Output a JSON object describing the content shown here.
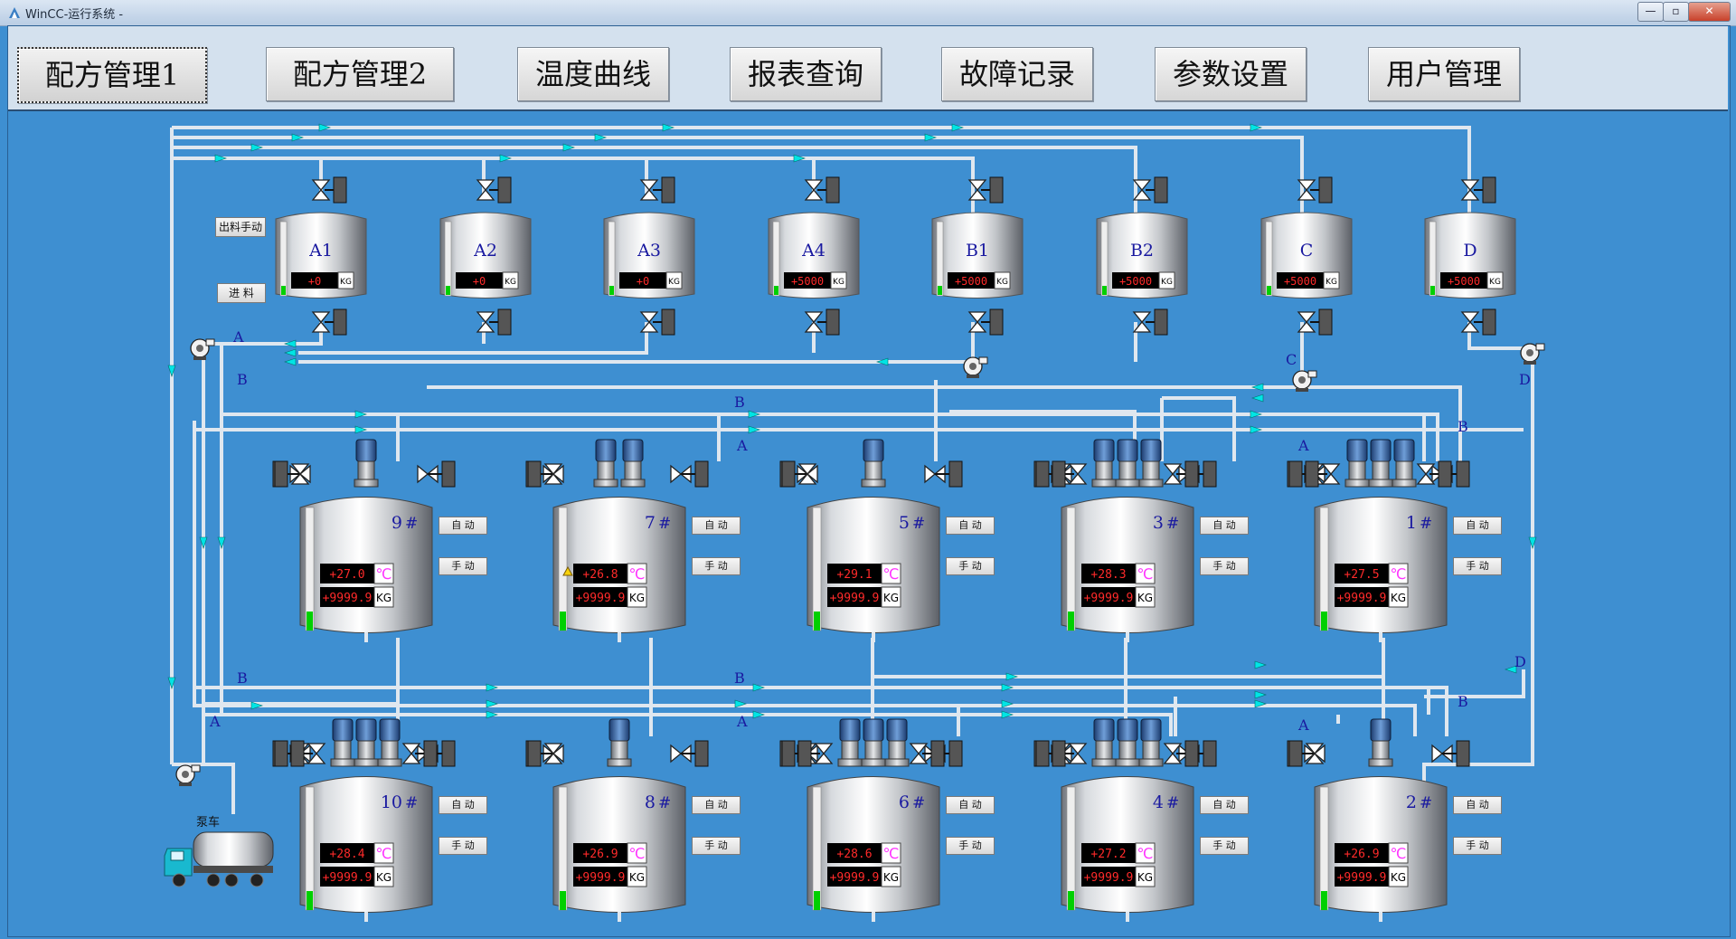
{
  "window": {
    "title": "WinCC-运行系统 -",
    "minimize": "—",
    "restore": "▫",
    "close": "✕"
  },
  "menu": [
    {
      "label": "配方管理1",
      "active": true
    },
    {
      "label": "配方管理2",
      "active": false
    },
    {
      "label": "温度曲线",
      "active": false
    },
    {
      "label": "报表查询",
      "active": false
    },
    {
      "label": "故障记录",
      "active": false
    },
    {
      "label": "参数设置",
      "active": false
    },
    {
      "label": "用户管理",
      "active": false
    }
  ],
  "feed_controls": {
    "manual_discharge": "出料手动",
    "feed": "进 料"
  },
  "raw_tanks": [
    {
      "name": "A1",
      "weight": "+0",
      "unit": "KG"
    },
    {
      "name": "A2",
      "weight": "+0",
      "unit": "KG"
    },
    {
      "name": "A3",
      "weight": "+0",
      "unit": "KG"
    },
    {
      "name": "A4",
      "weight": "+5000",
      "unit": "KG"
    },
    {
      "name": "B1",
      "weight": "+5000",
      "unit": "KG"
    },
    {
      "name": "B2",
      "weight": "+5000",
      "unit": "KG"
    },
    {
      "name": "C",
      "weight": "+5000",
      "unit": "KG"
    },
    {
      "name": "D",
      "weight": "+5000",
      "unit": "KG"
    }
  ],
  "reactors": [
    {
      "number": "9#",
      "temperature": "+27.0",
      "weight": "+9999.9",
      "motors": 1,
      "row": 0,
      "col": 0
    },
    {
      "number": "7#",
      "temperature": "+26.8",
      "weight": "+9999.9",
      "motors": 2,
      "row": 0,
      "col": 1,
      "warning": true
    },
    {
      "number": "5#",
      "temperature": "+29.1",
      "weight": "+9999.9",
      "motors": 1,
      "row": 0,
      "col": 2
    },
    {
      "number": "3#",
      "temperature": "+28.3",
      "weight": "+9999.9",
      "motors": 3,
      "row": 0,
      "col": 3
    },
    {
      "number": "1#",
      "temperature": "+27.5",
      "weight": "+9999.9",
      "motors": 3,
      "row": 0,
      "col": 4
    },
    {
      "number": "10#",
      "temperature": "+28.4",
      "weight": "+9999.9",
      "motors": 3,
      "row": 1,
      "col": 0
    },
    {
      "number": "8#",
      "temperature": "+26.9",
      "weight": "+9999.9",
      "motors": 1,
      "row": 1,
      "col": 1
    },
    {
      "number": "6#",
      "temperature": "+28.6",
      "weight": "+9999.9",
      "motors": 3,
      "row": 1,
      "col": 2
    },
    {
      "number": "4#",
      "temperature": "+27.2",
      "weight": "+9999.9",
      "motors": 3,
      "row": 1,
      "col": 3
    },
    {
      "number": "2#",
      "temperature": "+26.9",
      "weight": "+9999.9",
      "motors": 1,
      "row": 1,
      "col": 4
    }
  ],
  "units": {
    "temp": "℃",
    "weight": "KG"
  },
  "mode_buttons": {
    "auto": "自 动",
    "manual": "手 动"
  },
  "line_labels": {
    "A": "A",
    "B": "B",
    "C": "C",
    "D": "D"
  },
  "truck_label": "泵车",
  "colors": {
    "background": "#3e8fd1",
    "pipe": "#e8eef4",
    "arrow": "#00e5e5",
    "display_text": "#ff2a2a",
    "temp_unit": "#ff33ff",
    "level": "#00d000",
    "label": "#1a1aa0"
  }
}
